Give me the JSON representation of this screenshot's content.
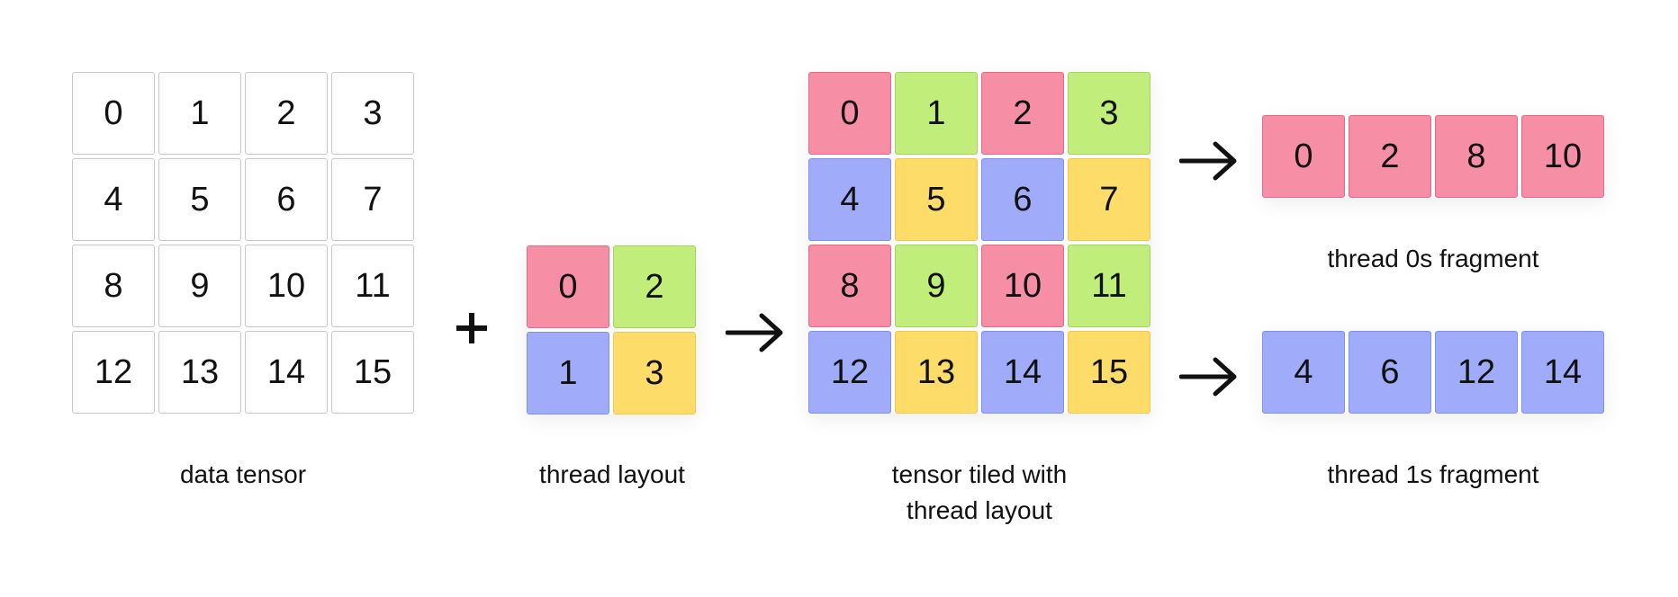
{
  "data_tensor": {
    "label": "data tensor",
    "cells": [
      "0",
      "1",
      "2",
      "3",
      "4",
      "5",
      "6",
      "7",
      "8",
      "9",
      "10",
      "11",
      "12",
      "13",
      "14",
      "15"
    ]
  },
  "thread_layout": {
    "label": "thread layout",
    "cells": [
      "0",
      "2",
      "1",
      "3"
    ]
  },
  "tiled_tensor": {
    "label_line1": "tensor tiled with",
    "label_line2": "thread layout",
    "cells": [
      "0",
      "1",
      "2",
      "3",
      "4",
      "5",
      "6",
      "7",
      "8",
      "9",
      "10",
      "11",
      "12",
      "13",
      "14",
      "15"
    ]
  },
  "thread0_fragment": {
    "label": "thread 0s fragment",
    "cells": [
      "0",
      "2",
      "8",
      "10"
    ]
  },
  "thread1_fragment": {
    "label": "thread 1s fragment",
    "cells": [
      "4",
      "6",
      "12",
      "14"
    ]
  },
  "colors": {
    "thread0": "#f68fa6",
    "thread1": "#a0acfa",
    "thread2": "#c1ed7b",
    "thread3": "#fddc6a"
  },
  "icons": [
    "plus-icon",
    "arrow-right-icon"
  ]
}
